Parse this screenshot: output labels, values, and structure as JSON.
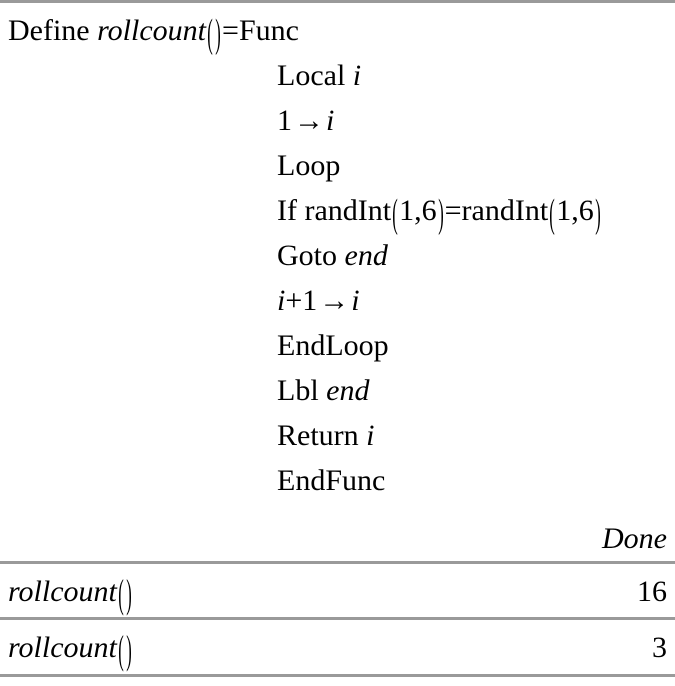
{
  "document": {
    "type": "calculator-history",
    "background_color": "#ffffff",
    "text_color": "#000000",
    "rule_color": "#9a9a9a"
  },
  "program": {
    "definition": {
      "keyword": "Define",
      "name": "rollcount",
      "open_paren": "(",
      "close_paren": ")",
      "equals": "=",
      "func_keyword": "Func"
    },
    "lines": [
      {
        "id": "local-i",
        "parts": [
          {
            "text": "Local ",
            "style": "kw"
          },
          {
            "text": "i",
            "style": "ident"
          }
        ],
        "plain": "Local i"
      },
      {
        "id": "init-i",
        "parts": [
          {
            "text": "1",
            "style": "num"
          },
          {
            "text": "→",
            "style": "arrow"
          },
          {
            "text": "i",
            "style": "ident"
          }
        ],
        "plain": "1→i"
      },
      {
        "id": "loop",
        "parts": [
          {
            "text": "Loop",
            "style": "kw"
          }
        ],
        "plain": "Loop"
      },
      {
        "id": "if-randint",
        "parts": [
          {
            "text": "If randInt",
            "style": "kw"
          },
          {
            "text": "(",
            "style": "paren"
          },
          {
            "text": "1,6",
            "style": "num"
          },
          {
            "text": ")",
            "style": "paren"
          },
          {
            "text": "=randInt",
            "style": "kw"
          },
          {
            "text": "(",
            "style": "paren"
          },
          {
            "text": "1,6",
            "style": "num"
          },
          {
            "text": ")",
            "style": "paren"
          }
        ],
        "plain": "If randInt(1,6)=randInt(1,6)"
      },
      {
        "id": "goto-end",
        "parts": [
          {
            "text": "Goto ",
            "style": "kw"
          },
          {
            "text": "end",
            "style": "ident"
          }
        ],
        "plain": "Goto end"
      },
      {
        "id": "increment-i",
        "parts": [
          {
            "text": "i",
            "style": "ident"
          },
          {
            "text": "+1",
            "style": "num"
          },
          {
            "text": "→",
            "style": "arrow"
          },
          {
            "text": "i",
            "style": "ident"
          }
        ],
        "plain": "i+1→i"
      },
      {
        "id": "endloop",
        "parts": [
          {
            "text": "EndLoop",
            "style": "kw"
          }
        ],
        "plain": "EndLoop"
      },
      {
        "id": "lbl-end",
        "parts": [
          {
            "text": "Lbl ",
            "style": "kw"
          },
          {
            "text": "end",
            "style": "ident"
          }
        ],
        "plain": "Lbl end"
      },
      {
        "id": "return-i",
        "parts": [
          {
            "text": "Return ",
            "style": "kw"
          },
          {
            "text": "i",
            "style": "ident"
          }
        ],
        "plain": "Return i"
      },
      {
        "id": "endfunc",
        "parts": [
          {
            "text": "EndFunc",
            "style": "kw"
          }
        ],
        "plain": "EndFunc"
      }
    ],
    "result": "Done"
  },
  "history": [
    {
      "id": "call-1",
      "entry_name": "rollcount",
      "entry_open_paren": "(",
      "entry_close_paren": ")",
      "entry_plain": "rollcount()",
      "value": "16"
    },
    {
      "id": "call-2",
      "entry_name": "rollcount",
      "entry_open_paren": "(",
      "entry_close_paren": ")",
      "entry_plain": "rollcount()",
      "value": "3"
    }
  ]
}
